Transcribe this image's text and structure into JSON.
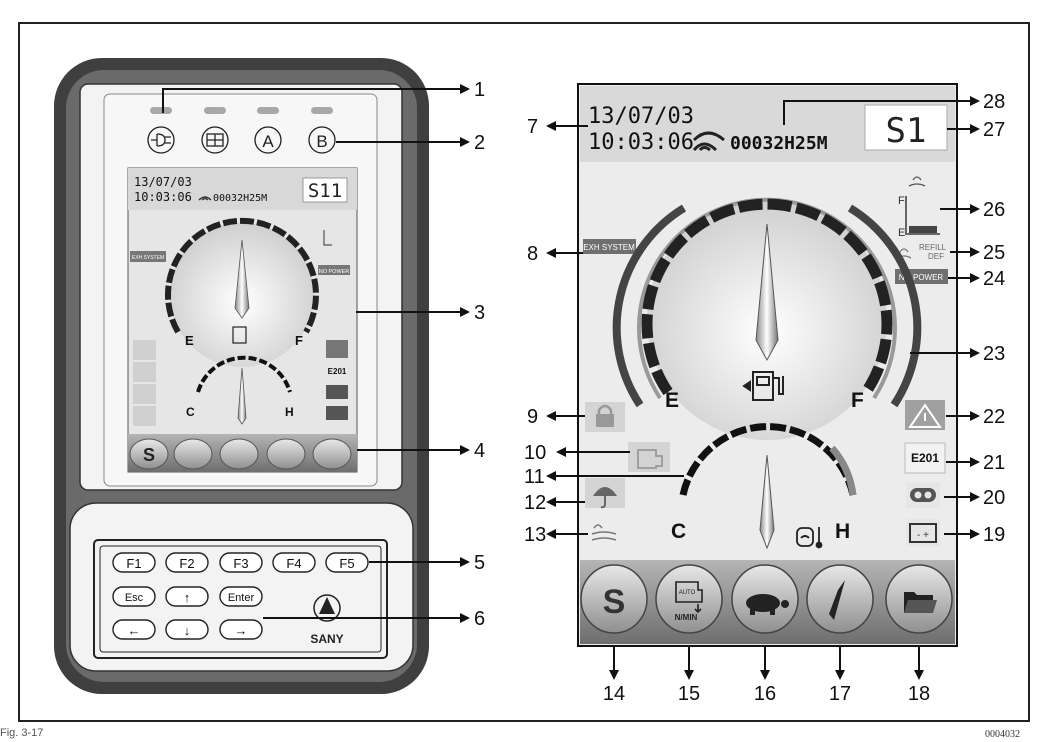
{
  "colors": {
    "bezel": "#4a4a4a",
    "screen_header": "#d9d9d9",
    "footer": "#8a8a8a",
    "warning_gray": "#a0a0a0"
  },
  "left_device": {
    "indicator_icons": [
      "power-plug-icon",
      "work-light-icon",
      "A",
      "B"
    ],
    "mini_screen": {
      "date": "13/07/03",
      "time": "10:03:06",
      "hours": "00032H25M",
      "mode": "S11",
      "exh": "EXH SYSTEM",
      "no_power": "NO POWER",
      "fuel_e": "E",
      "fuel_f": "F",
      "temp_c": "C",
      "temp_h": "H",
      "code": "E201"
    },
    "keys_row1": [
      "F1",
      "F2",
      "F3",
      "F4",
      "F5"
    ],
    "keys_row2": [
      "Esc",
      "↑",
      "Enter"
    ],
    "keys_row3": [
      "←",
      "↓",
      "→"
    ],
    "brand": "SANY"
  },
  "right_screen": {
    "date": "13/07/03",
    "time": "10:03:06",
    "hours": "00032H25M",
    "mode": "S1",
    "exh": "EXH SYSTEM",
    "refill": "REFILL",
    "def": "DEF",
    "no_power": "NO POWER",
    "def_f": "F",
    "def_e": "E",
    "fuel_e": "E",
    "fuel_f": "F",
    "temp_c": "C",
    "temp_h": "H",
    "code": "E201",
    "buttons": [
      "S",
      "AUTO N/MIN",
      "turtle",
      "tool",
      "folder"
    ],
    "auto_top": "AUTO",
    "auto_bottom": "N/MIN"
  },
  "callouts": {
    "n1": "1",
    "n2": "2",
    "n3": "3",
    "n4": "4",
    "n5": "5",
    "n6": "6",
    "n7": "7",
    "n8": "8",
    "n9": "9",
    "n10": "10",
    "n11": "11",
    "n12": "12",
    "n13": "13",
    "n14": "14",
    "n15": "15",
    "n16": "16",
    "n17": "17",
    "n18": "18",
    "n19": "19",
    "n20": "20",
    "n21": "21",
    "n22": "22",
    "n23": "23",
    "n24": "24",
    "n25": "25",
    "n26": "26",
    "n27": "27",
    "n28": "28"
  },
  "figure_label": "Fig. 3-17",
  "figure_code": "0004032"
}
